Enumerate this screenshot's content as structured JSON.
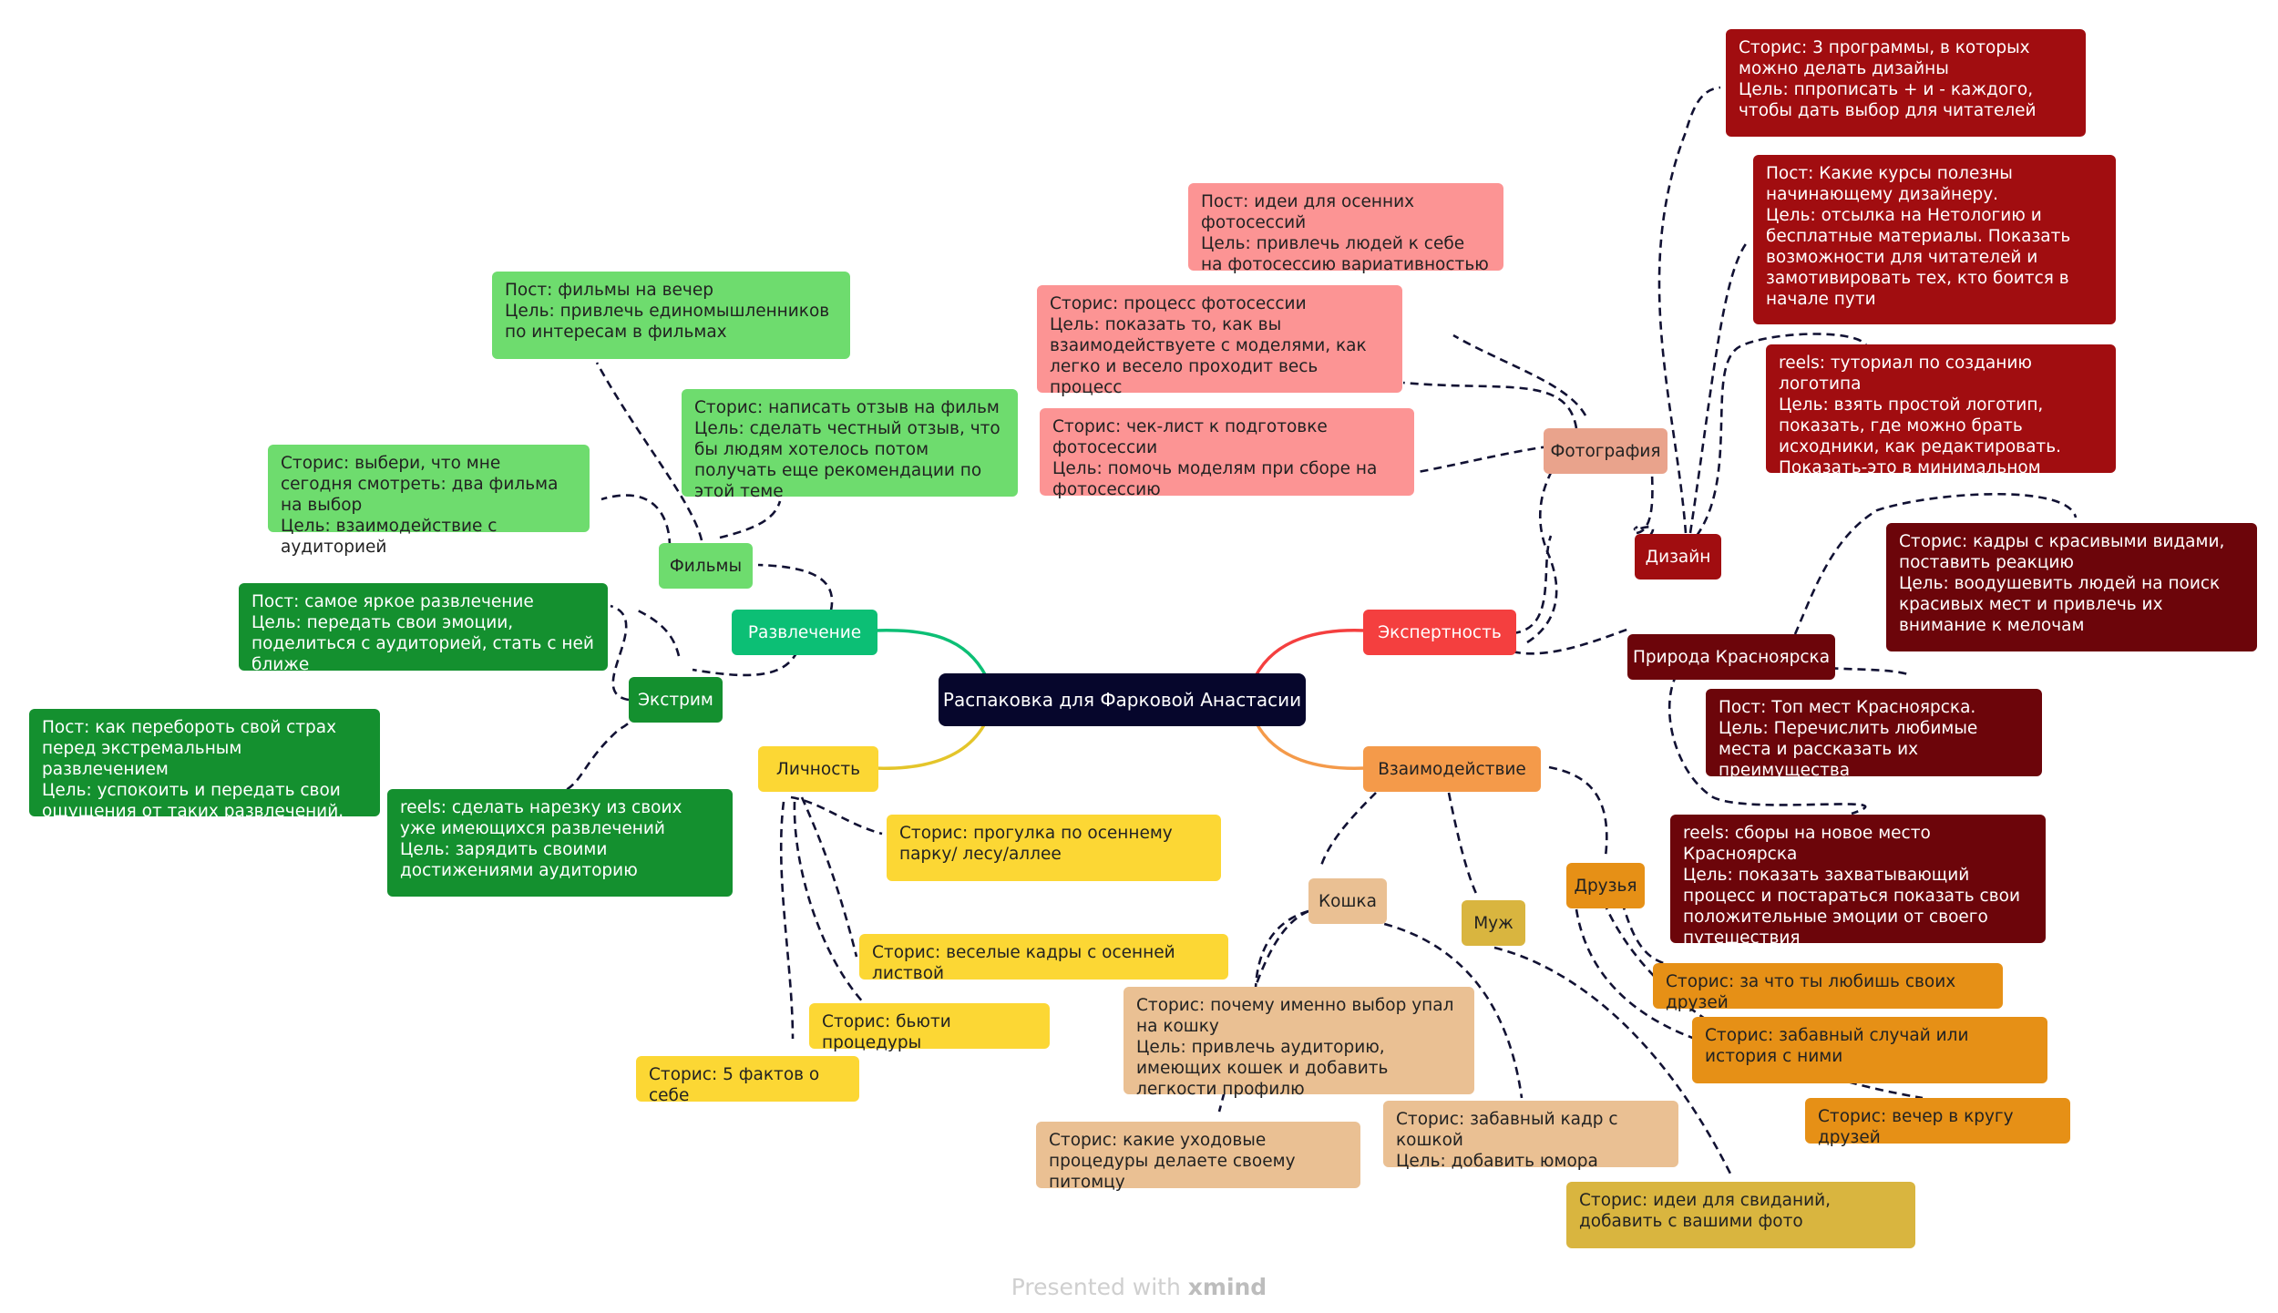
{
  "center": "Распаковка для Фарковой Анастасии",
  "footer": {
    "presented": "Presented with",
    "brand": "xmind"
  },
  "colors": {
    "dark_green": "#14902f",
    "green": "#6edc6e",
    "teal": "#0cbf75",
    "yellow": "#fcd734",
    "orange": "#f49a4a",
    "peach": "#eac093",
    "mustard": "#d9b53f",
    "amber": "#e69016",
    "red": "#f43f3f",
    "pink": "#fc9494",
    "salmon": "#e9a38c",
    "crimson": "#a10d10",
    "maroon": "#6c050a"
  },
  "hubs": {
    "razvlechenie": "Развлечение",
    "filmy": "Фильмы",
    "ekstrim": "Экстрим",
    "lichnost": "Личность",
    "ekspertnost": "Экспертность",
    "fotografiya": "Фотография",
    "dizain": "Дизайн",
    "priroda": "Природа Красноярска",
    "vzaimodeistvie": "Взаимодействие",
    "koshka": "Кошка",
    "muzh": "Муж",
    "druzya": "Друзья"
  },
  "topics": {
    "film_post": "Пост: фильмы на вечер\nЦель: привлечь единомышленников по интересам в фильмах",
    "film_review": "Сторис: написать отзыв на фильм\nЦель: сделать честный отзыв, что бы людям хотелось потом получать еще рекомендации по этой теме",
    "film_choice": "Сторис: выбери, что мне сегодня смотреть: два фильма на выбор\nЦель: взаимодействие с аудиторией",
    "ext_post1": "Пост: самое яркое развлечение\nЦель: передать свои эмоции, поделиться с аудиторией, стать с ней ближе",
    "ext_post2": "Пост: как перебороть свой страх перед экстремальным развлечением\nЦель: успокоить и передать свои ощущения от таких развлечений.",
    "ext_reels": "reels: сделать нарезку из своих уже имеющихся развлечений\nЦель: зарядить своими достижениями аудиторию",
    "lich_park": "Сторис: прогулка по осеннему парку/ лесу/аллее",
    "lich_leaves": "Сторис: веселые кадры с осенней листвой",
    "lich_beauty": "Сторис: бьюти процедуры",
    "lich_facts": "Сторис: 5 фактов о себе",
    "foto_post": "Пост: идеи для осенних фотосессий\nЦель: привлечь людей к себе на фотосессию вариативностью",
    "foto_process": "Сторис: процесс фотосессии\nЦель: показать то, как вы взаимодействуете с моделями, как легко и весело проходит весь процесс",
    "foto_check": "Сторис: чек-лист к подготовке фотосессии\nЦель: помочь моделям при сборе на фотосессию",
    "diz_stories": "Сторис: 3 программы, в которых можно делать дизайны\nЦель: ппрописать + и - каждого, чтобы дать выбор для читателей",
    "diz_post": "Пост: Какие курсы полезны начинающему дизайнеру.\nЦель: отсылка на Нетологию и бесплатные материалы. Показать возможности для читателей и замотивировать тех, кто боится в начале пути",
    "diz_reels": "reels: туториал по созданию логотипа\nЦель: взять простой логотип, показать, где можно брать исходники, как редактировать. Показать-это в минимальном количестве действий",
    "prir_stories": "Сторис: кадры с красивыми видами, поставить реакцию\nЦель: воодушевить людей на поиск красивых мест и привлечь их внимание к мелочам",
    "prir_post": "Пост: Топ мест Красноярска.\nЦель: Перечислить любимые места и рассказать их преимущества",
    "prir_reels": "reels: сборы на новое место Красноярска\nЦель: показать захватывающий процесс и постараться показать свои положительные эмоции от своего путешествия",
    "cat_why": "Сторис: почему именно выбор упал на кошку\nЦель: привлечь аудиторию, имеющих кошек и добавить легкости профилю",
    "cat_care": "Сторис: какие уходовые процедуры делаете своему питомцу",
    "cat_funny": "Сторис: забавный кадр с кошкой\nЦель: добавить юмора",
    "muzh_dates": "Сторис: идеи для свиданий, добавить с вашими фото",
    "dr_love": "Сторис: за что ты любишь своих друзей",
    "dr_funny": "Сторис: забавный случай или история с ними",
    "dr_evening": "Сторис: вечер в кругу друзей"
  }
}
